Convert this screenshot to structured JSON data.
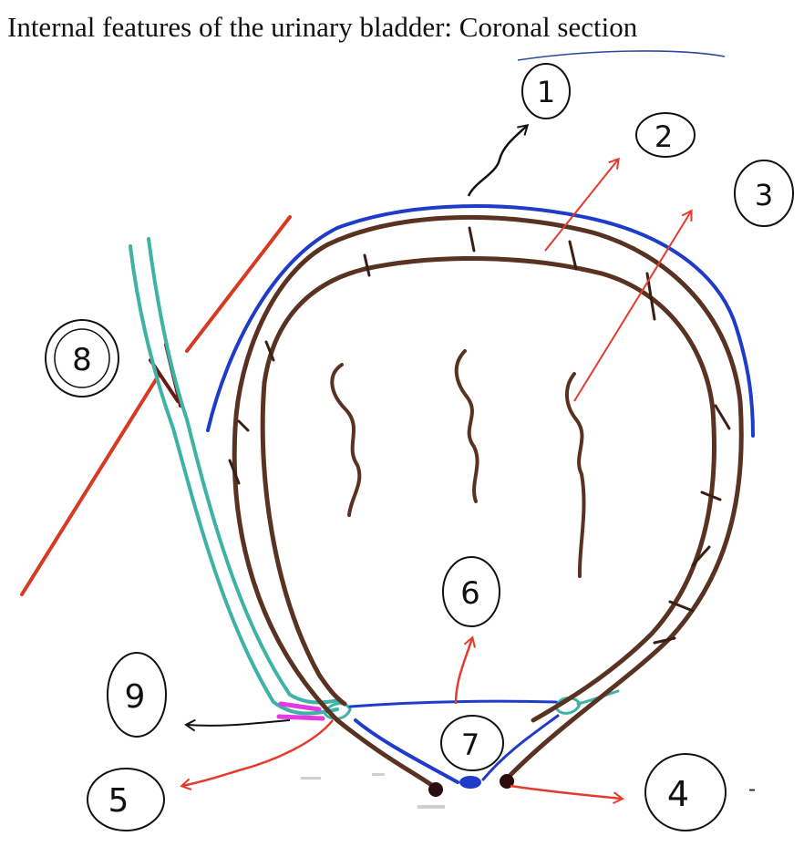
{
  "title": "Internal features of the urinary bladder: Coronal section",
  "colors": {
    "wall_brown": "#5a3222",
    "peritoneum_blue": "#1f3cc8",
    "ureter_teal": "#3fb2a6",
    "arrow_red": "#e53b2e",
    "arrow_black": "#111111",
    "ligament_red": "#d73a22",
    "marker_magenta": "#e23ce0",
    "ink": "#111111"
  },
  "labels": [
    {
      "id": "1",
      "text": "1"
    },
    {
      "id": "2",
      "text": "2"
    },
    {
      "id": "3",
      "text": "3"
    },
    {
      "id": "4",
      "text": "4"
    },
    {
      "id": "5",
      "text": "5"
    },
    {
      "id": "6",
      "text": "6"
    },
    {
      "id": "7",
      "text": "7"
    },
    {
      "id": "8",
      "text": "8"
    },
    {
      "id": "9",
      "text": "9"
    }
  ],
  "trailing_mark": "-"
}
